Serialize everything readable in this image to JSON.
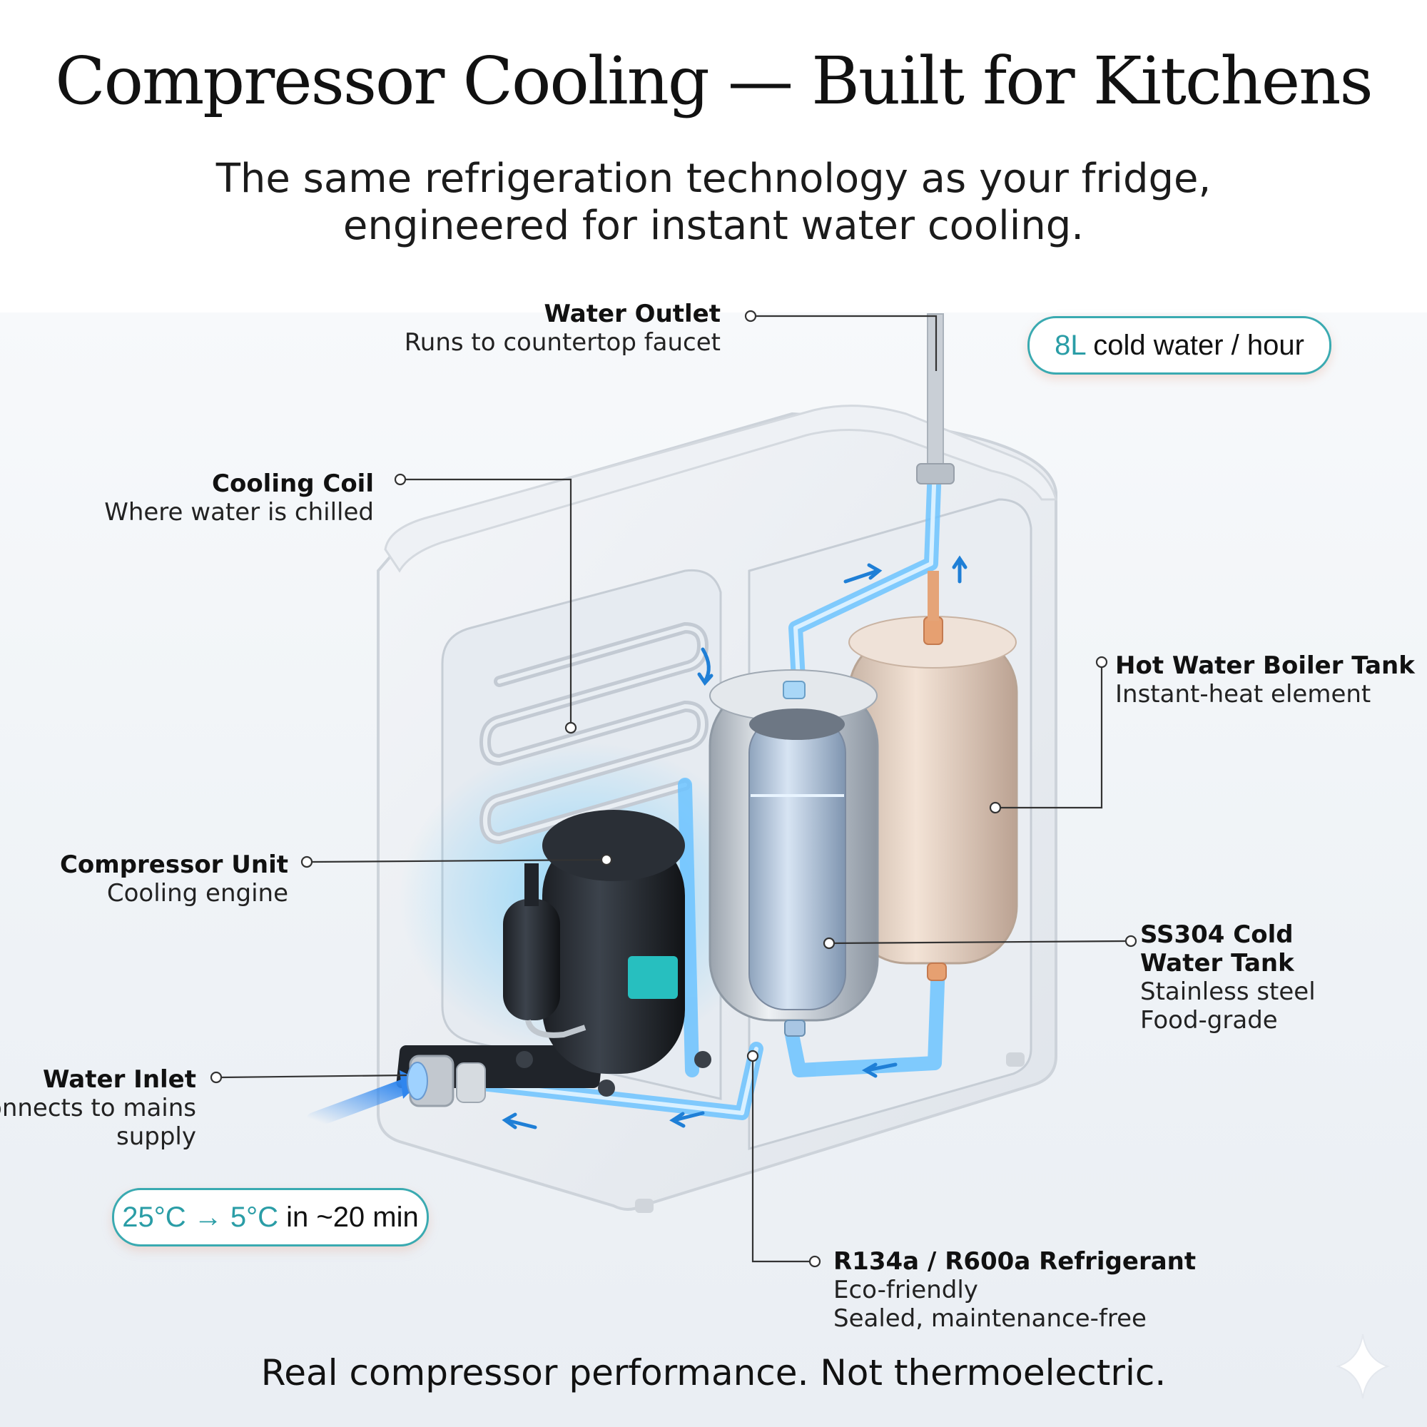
{
  "title": "Compressor Cooling — Built for Kitchens",
  "subtitle_line1": "The same refrigeration technology as your fridge,",
  "subtitle_line2": "engineered for instant water cooling.",
  "footer": "Real compressor performance. Not thermoelectric.",
  "badges": {
    "flow": {
      "accent": "8L",
      "text": " cold water / hour"
    },
    "cooling": {
      "accent": "25°C → 5°C",
      "text": " in ~20 min"
    }
  },
  "labels": {
    "water_outlet": {
      "title": "Water Outlet",
      "desc": "Runs to countertop faucet"
    },
    "cooling_coil": {
      "title": "Cooling Coil",
      "desc": "Where water is chilled"
    },
    "compressor_unit": {
      "title": "Compressor Unit",
      "desc": "Cooling engine"
    },
    "water_inlet": {
      "title": "Water Inlet",
      "desc1": "Connects to mains",
      "desc2": "supply"
    },
    "hot_tank": {
      "title": "Hot Water Boiler Tank",
      "desc": "Instant-heat element"
    },
    "cold_tank": {
      "title1": "SS304 Cold",
      "title2": "Water Tank",
      "desc1": "Stainless steel",
      "desc2": "Food-grade"
    },
    "refrigerant": {
      "title": "R134a / R600a Refrigerant",
      "desc1": "Eco-friendly",
      "desc2": "Sealed, maintenance-free"
    }
  },
  "colors": {
    "accent_teal": "#2a9da6",
    "water_blue": "#3aa0e8",
    "hot_copper": "#e09a6a",
    "leader_line": "#333333"
  }
}
